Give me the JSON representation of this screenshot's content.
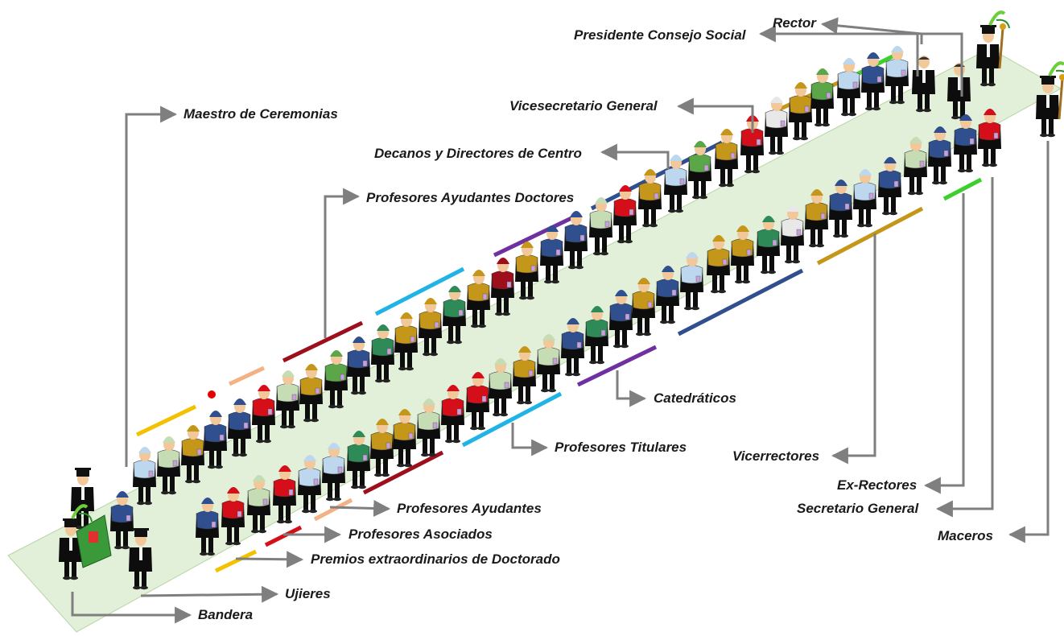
{
  "labels": {
    "rector": "Rector",
    "presidente": "Presidente Consejo Social",
    "maestro": "Maestro de Ceremonias",
    "vicesecretario": "Vicesecretario General",
    "decanos": "Decanos y Directores de Centro",
    "ayudantes_doctores": "Profesores Ayudantes Doctores",
    "catedraticos": "Catedráticos",
    "titulares": "Profesores Titulares",
    "vicerrectores": "Vicerrectores",
    "ex_rectores": "Ex-Rectores",
    "secretario": "Secretario General",
    "maceros": "Maceros",
    "ayudantes": "Profesores Ayudantes",
    "asociados": "Profesores Asociados",
    "premios": "Premios extraordinarios  de Doctorado",
    "ujieres": "Ujieres",
    "bandera": "Bandera"
  },
  "colors": {
    "walkway": "#e2f0d9",
    "walkway_border": "#b7d5a3",
    "connector": "#7f7f7f",
    "gown": "#0d0d0d",
    "yellow": "#f2c200",
    "gold": "#c4961a",
    "light_blue": "#bdd7ee",
    "light_green": "#c5dcb5",
    "teal_green": "#2e8b57",
    "green": "#5ca64a",
    "red": "#d40f1a",
    "dark_red": "#9e0f1c",
    "navy": "#2f4f8f",
    "white_grey": "#e8e8e8",
    "salmon": "#f4b183",
    "purple": "#7030a0",
    "cyan": "#1fb3e6",
    "band_green": "#3ccf2e"
  }
}
